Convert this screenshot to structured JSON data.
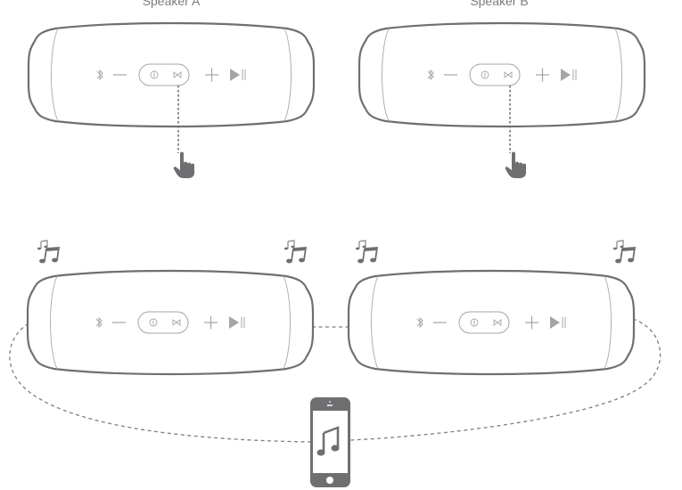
{
  "diagram": {
    "title": "Connect two speakers (Connect+ pairing)",
    "colors": {
      "outline": "#6f6f72",
      "inner_line": "#a9a9ac",
      "icon": "#a5a5a8",
      "dashed": "#7f7f82",
      "hand": "#6f6f72",
      "phone": "#6f6f72",
      "label": "#7c7c7e",
      "background": "#ffffff"
    },
    "step1": {
      "speakers": [
        {
          "label": "Speaker A",
          "action": "press-connect-button"
        },
        {
          "label": "Speaker B",
          "action": "press-connect-button"
        }
      ]
    },
    "step2": {
      "speakers": [
        {
          "state": "playing"
        },
        {
          "state": "playing"
        }
      ],
      "source_device": "smartphone",
      "source_icon": "music-note-icon"
    },
    "speaker_controls": [
      {
        "name": "bluetooth",
        "icon": "bluetooth-icon"
      },
      {
        "name": "volume-down",
        "icon": "minus-icon"
      },
      {
        "name": "power",
        "icon": "power-icon"
      },
      {
        "name": "connect",
        "icon": "bowtie-connect-icon"
      },
      {
        "name": "volume-up",
        "icon": "plus-icon"
      },
      {
        "name": "play-pause",
        "icon": "play-pause-icon"
      }
    ]
  }
}
